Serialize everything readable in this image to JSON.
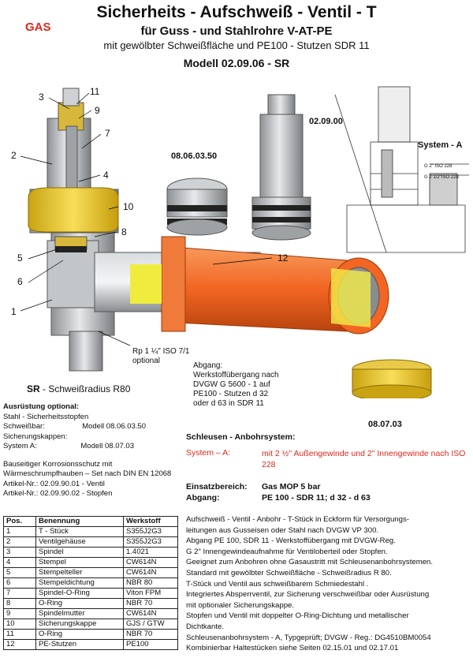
{
  "header": {
    "gas_label": "GAS",
    "title": "Sicherheits - Aufschweiß - Ventil - T",
    "subtitle": "für Guss - und Stahlrohre V-AT-PE",
    "subtitle2": "mit  gewölbter Schweißfläche und PE100 - Stutzen SDR 11",
    "model": "Modell 02.09.06  -  SR"
  },
  "diagram": {
    "callouts": [
      "1",
      "2",
      "3",
      "4",
      "5",
      "6",
      "7",
      "8",
      "9",
      "10",
      "11",
      "12"
    ],
    "product_labels": {
      "p1": "08.06.03.50",
      "p2": "02.09.00",
      "p3": "08.07.03"
    },
    "system_a_label": "System - A",
    "system_a_thread1": "G 2\" ISO 228",
    "system_a_thread2": "G 2 1/2\"ISO 228",
    "thread_note": "Rp 1 ¼\" ISO 7/1\noptional",
    "abgang_note": "Abgang:\nWerkstoffübergang nach\nDVGW G 5600 - 1 auf\nPE100 - Stutzen d 32\noder d 63 in SDR 11",
    "sr_prefix": "SR",
    "sr_text": " - Schweißradius R80"
  },
  "optional": {
    "heading": "Ausrüstung optional:",
    "line1": "Stahl - Sicherheitsstopfen",
    "line2_label": "Schweißbar:",
    "line2_value": "Modell 08.06.03.50",
    "line3": "Sicherungskappen:",
    "line4_label": "System A:",
    "line4_value": "Modell 08.07.03",
    "line5": "Bauseitiger Korrosionsschutz mit",
    "line6": "Wärmeschrumpfhauben – Set nach DIN EN 12068",
    "line7": "Artikel-Nr.: 02.09.90.01 - Ventil",
    "line8": "Artikel-Nr.: 02.09.90.02 - Stopfen"
  },
  "schleusen": {
    "heading": "Schleusen - Anbohrsystem:",
    "system_label": "System – A:",
    "system_value": "mit 2 ½\" Außengewinde und 2\" Innengewinde nach ISO 228",
    "einsatz_label": "Einsatzbereich:",
    "einsatz_value": "Gas  MOP 5 bar",
    "abgang_label": "Abgang:",
    "abgang_value": "PE 100 - SDR 11; d 32 - d 63"
  },
  "parts_table": {
    "headers": [
      "Pos.",
      "Benennung",
      "Werkstoff"
    ],
    "rows": [
      [
        "1",
        "T - Stück",
        "S355J2G3"
      ],
      [
        "2",
        "Ventilgehäuse",
        "S355J2G3"
      ],
      [
        "3",
        "Spindel",
        "1.4021"
      ],
      [
        "4",
        "Stempel",
        "CW614N"
      ],
      [
        "5",
        "Stempelteller",
        "CW614N"
      ],
      [
        "6",
        "Stempeldichtung",
        "NBR 80"
      ],
      [
        "7",
        "Spindel-O-Ring",
        "Viton FPM"
      ],
      [
        "8",
        "O-Ring",
        "NBR 70"
      ],
      [
        "9",
        "Spindelmutter",
        "CW614N"
      ],
      [
        "10",
        "Sicherungskappe",
        "GJS / GTW"
      ],
      [
        "11",
        "O-Ring",
        "NBR 70"
      ],
      [
        "12",
        "PE-Stutzen",
        "PE100"
      ]
    ]
  },
  "description": {
    "l1": "Aufschweiß - Ventil - Anbohr - T-Stück in Eckform für Versorgungs-",
    "l2": "leitungen aus Gusseisen oder Stahl nach DVGW VP 300.",
    "l3": "Abgang PE 100, SDR 11 -  Werkstoffübergang mit DVGW-Reg.",
    "l4": "G 2\" Innengewindeaufnahme für Ventiloberteil oder Stopfen.",
    "l5": "Geeignet zum Anbohren ohne Gasaustritt mit Schleusenanbohrsystemen.",
    "l6": "Standard mit gewölbter Schweißfläche - Schweißradius R 80.",
    "l7": "T-Stück und Ventil aus schweißbarem Schmiedestahl .",
    "l8": "Integriertes Absperrventil, zur Sicherung verschweißbar oder Ausrüstung",
    "l9": "mit optionaler Sicherungskappe.",
    "l10": "Stopfen und Ventil mit doppelter O-Ring-Dichtung und metallischer",
    "l11": "Dichtkante.",
    "l12": "Schleusenanbohrsystem - A, Typgeprüft;  DVGW - Reg.: DG4510BM0054",
    "l13": "Kombinierbar Haltestücken siehe Seiten  02.15.01 und 02.17.01"
  },
  "colors": {
    "red": "#e3261b",
    "orange": "#f26522",
    "yellow": "#f5d33b",
    "grey": "#b9bcbf"
  }
}
